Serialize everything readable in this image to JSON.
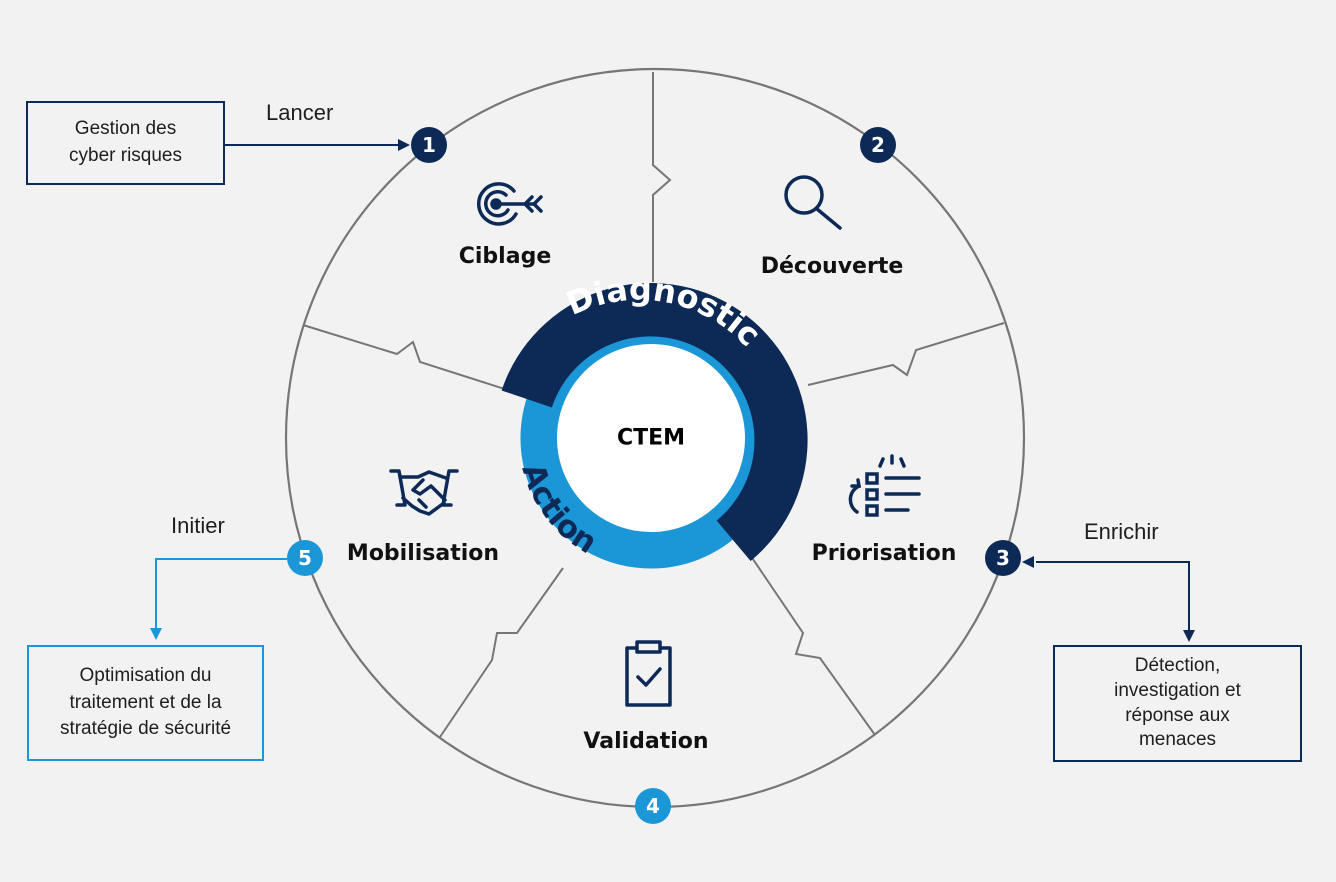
{
  "center": {
    "label": "CTEM"
  },
  "ring": {
    "diagnostic_label": "Diagnostic",
    "action_label": "Action"
  },
  "colors": {
    "dark": "#0d2a57",
    "blue": "#1b96d6",
    "line": "#767676",
    "background": "#f2f2f2"
  },
  "segments": [
    {
      "label": "Ciblage",
      "icon": "target-icon",
      "badge": "1"
    },
    {
      "label": "Découverte",
      "icon": "magnifier-icon",
      "badge": "2"
    },
    {
      "label": "Priorisation",
      "icon": "prioritized-list-icon",
      "badge": "3"
    },
    {
      "label": "Validation",
      "icon": "clipboard-check-icon",
      "badge": "4"
    },
    {
      "label": "Mobilisation",
      "icon": "handshake-icon",
      "badge": "5"
    }
  ],
  "callouts": {
    "launch": {
      "label": "Lancer",
      "box": "Gestion des\ncyber risques"
    },
    "enrich": {
      "label": "Enrichir",
      "box": "Détection,\ninvestigation et\nréponse aux\nmenaces"
    },
    "initiate": {
      "label": "Initier",
      "box": "Optimisation du\ntraitement et de la\nstratégie de sécurité"
    }
  }
}
